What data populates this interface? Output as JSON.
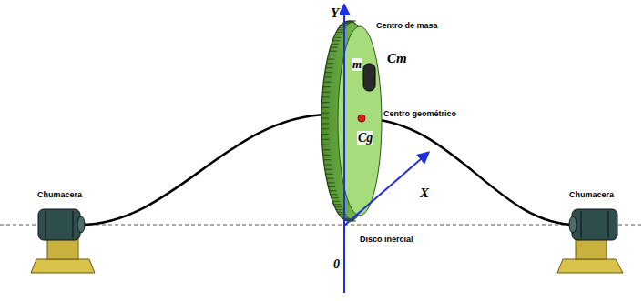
{
  "diagram": {
    "labels": [
      "Y",
      "Centro de masa",
      "m",
      "Cm",
      "Centro geométrico",
      "Cg",
      "X",
      "Chumacera",
      "Chumacera",
      "Disco inercial",
      "0"
    ]
  }
}
